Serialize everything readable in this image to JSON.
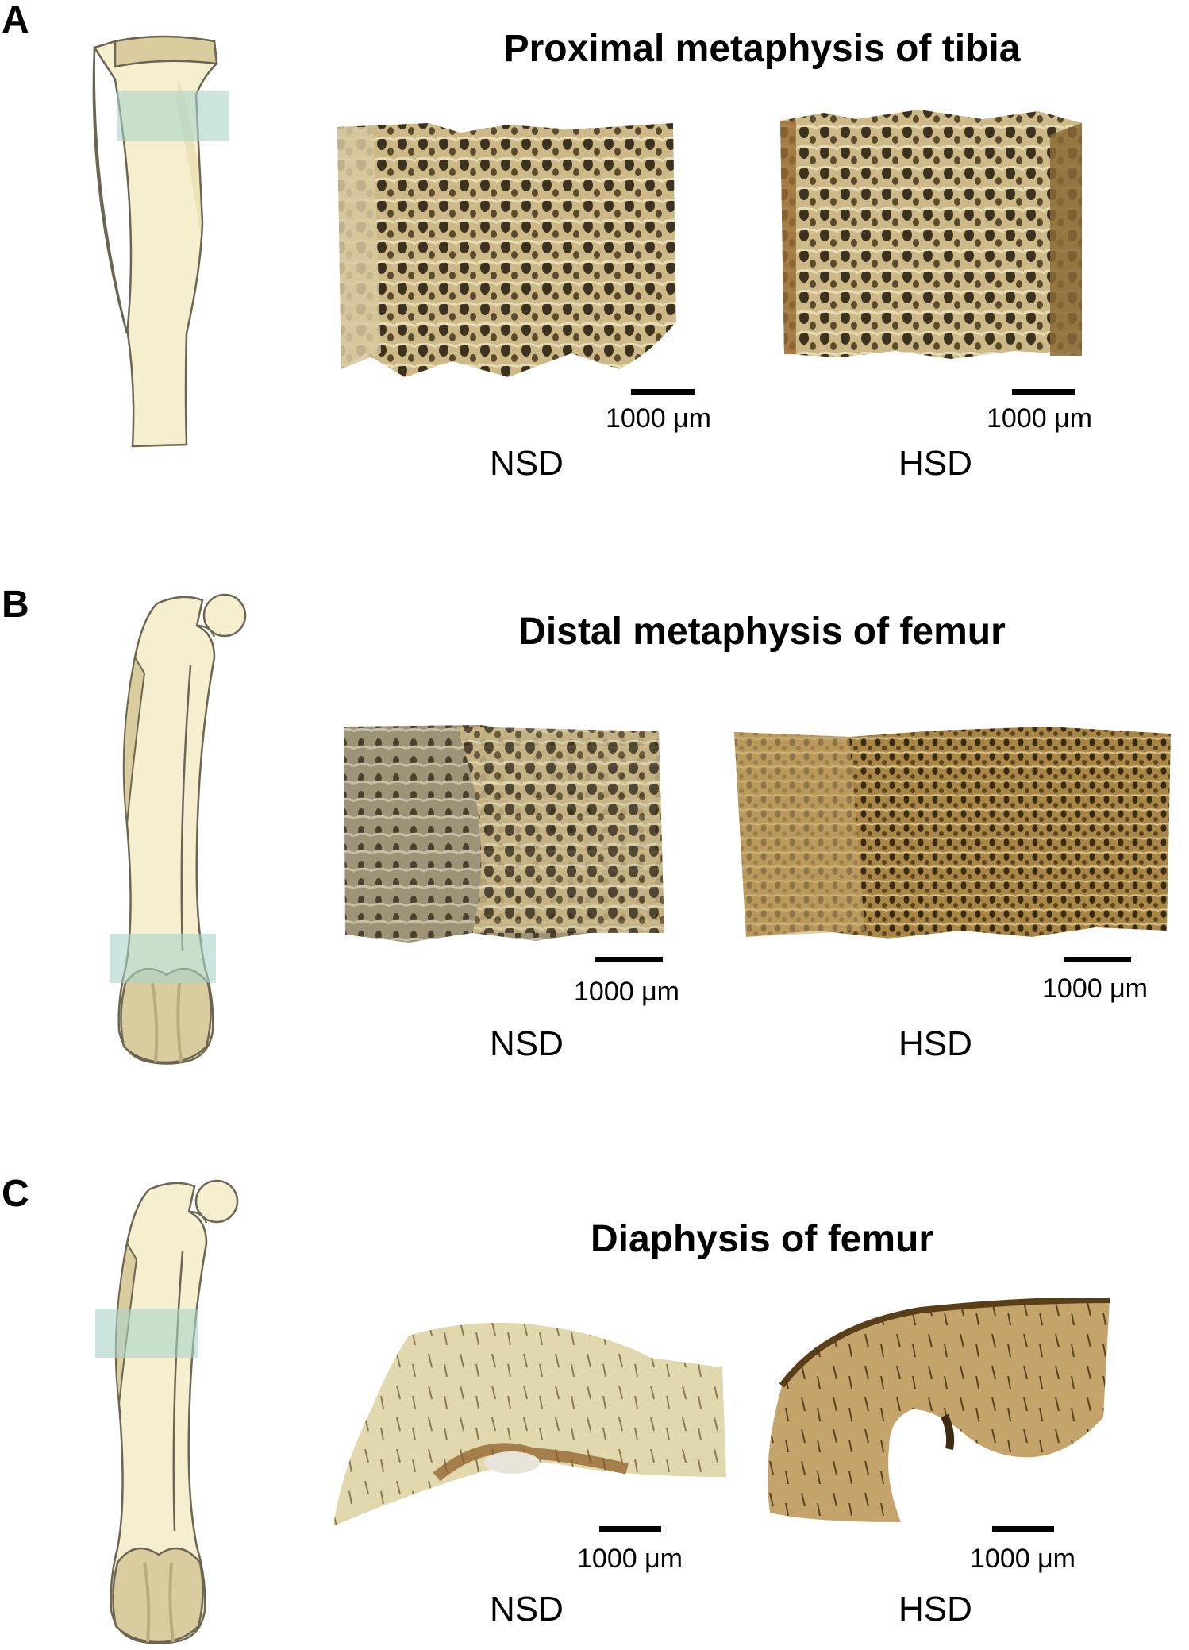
{
  "panels": [
    {
      "letter": "A",
      "title": "Proximal metaphysis of tibia",
      "bone_icon": "tibia-icon",
      "scans": [
        {
          "group": "NSD",
          "scale_label": "1000 μm"
        },
        {
          "group": "HSD",
          "scale_label": "1000 μm"
        }
      ]
    },
    {
      "letter": "B",
      "title": "Distal metaphysis of femur",
      "bone_icon": "femur-icon",
      "scans": [
        {
          "group": "NSD",
          "scale_label": "1000 μm"
        },
        {
          "group": "HSD",
          "scale_label": "1000 μm"
        }
      ]
    },
    {
      "letter": "C",
      "title": "Diaphysis of femur",
      "bone_icon": "femur-icon",
      "scans": [
        {
          "group": "NSD",
          "scale_label": "1000 μm"
        },
        {
          "group": "HSD",
          "scale_label": "1000 μm"
        }
      ]
    }
  ],
  "colors": {
    "bone_fill": "#f6efcf",
    "bone_shade": "#d9cc9e",
    "bone_outline": "#6b6552",
    "highlight_region": "#a8d4c8",
    "scan_light": "#d8c89a",
    "scan_dark": "#7a5a24"
  }
}
